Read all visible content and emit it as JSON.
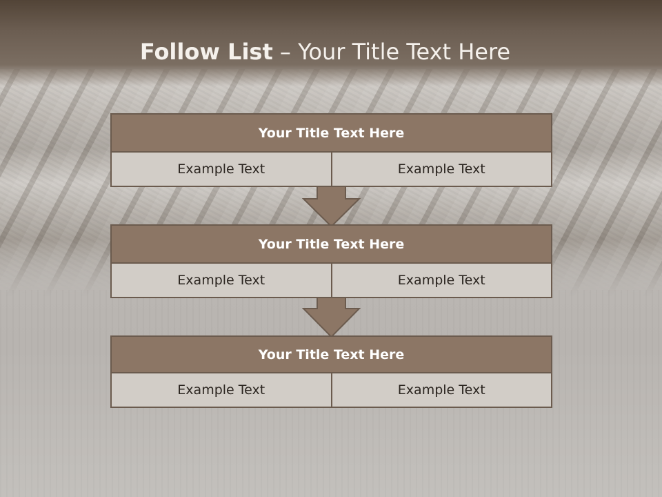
{
  "slide": {
    "title_bold": "Follow List",
    "title_rest": " – Your Title Text Here"
  },
  "steps": [
    {
      "title": "Your Title Text Here",
      "left": "Example Text",
      "right": "Example Text"
    },
    {
      "title": "Your Title Text Here",
      "left": "Example Text",
      "right": "Example Text"
    },
    {
      "title": "Your Title Text Here",
      "left": "Example Text",
      "right": "Example Text"
    }
  ],
  "colors": {
    "header": "#6b5d51",
    "box_title": "#8c7665",
    "box_border": "#6b5b4e",
    "box_cell": "#d2cdc7",
    "arrow": "#8c7665"
  }
}
